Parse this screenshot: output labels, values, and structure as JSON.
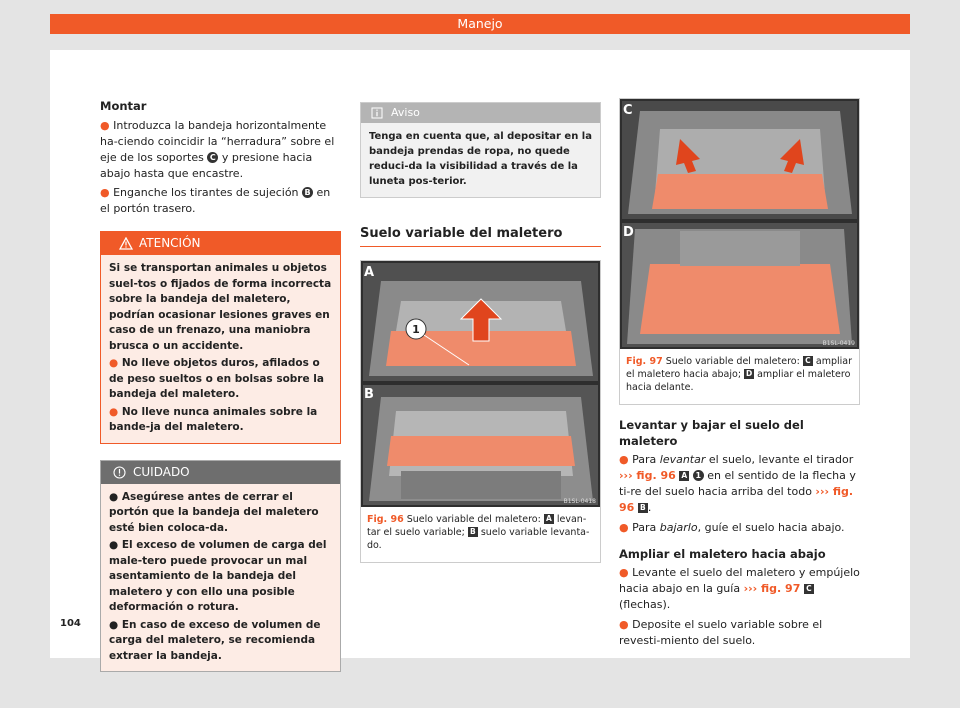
{
  "header_title": "Manejo",
  "page_number": "104",
  "col1": {
    "heading": "Montar",
    "p1a": "Introduzca la bandeja horizontalmente ha-ciendo coincidir la “herradura” sobre el eje de los soportes",
    "p1_ref": "C",
    "p1b": "y presione hacia abajo hasta que encastre.",
    "p2a": "Enganche los tirantes de sujeción",
    "p2_ref": "B",
    "p2b": "en el portón trasero.",
    "warning_title": "ATENCIÓN",
    "warning_intro": "Si se transportan animales u objetos suel-tos o fijados de forma incorrecta sobre la bandeja del maletero, podrían ocasionar lesiones graves en caso de un frenazo, una maniobra brusca o un accidente.",
    "warning_b1": "No lleve objetos duros, afilados o de peso sueltos o en bolsas sobre la bandeja del maletero.",
    "warning_b2": "No lleve nunca animales sobre la bande-ja del maletero.",
    "caution_title": "CUIDADO",
    "caution_b1": "Asegúrese antes de cerrar el portón que la bandeja del maletero esté bien coloca-da.",
    "caution_b2": "El exceso de volumen de carga del male-tero puede provocar un mal asentamiento de la bandeja del maletero y con ello una posible deformación o rotura.",
    "caution_b3": "En caso de exceso de volumen de carga del maletero, se recomienda extraer la bandeja."
  },
  "col2": {
    "note_title": "Aviso",
    "note_text": "Tenga en cuenta que, al depositar en la bandeja prendas de ropa, no quede reduci-da la visibilidad a través de la luneta pos-terior.",
    "section_title": "Suelo variable del maletero",
    "fig_label_a": "A",
    "fig_label_b": "B",
    "fig_callout": "1",
    "fig_credit": "B1SL-0418",
    "caption_fig": "Fig. 96",
    "caption_a": "Suelo variable del maletero:",
    "caption_ref_a": "A",
    "caption_b": "levan-tar el suelo variable;",
    "caption_ref_b": "B",
    "caption_c": "suelo variable levanta-do."
  },
  "col3": {
    "fig_label_c": "C",
    "fig_label_d": "D",
    "fig_credit": "B1SL-0419",
    "caption_fig": "Fig. 97",
    "caption_a": "Suelo variable del maletero:",
    "caption_ref_c": "C",
    "caption_b": "ampliar el maletero hacia abajo;",
    "caption_ref_d": "D",
    "caption_c": "ampliar el maletero hacia delante.",
    "h1": "Levantar y bajar el suelo del maletero",
    "p1a": "Para",
    "p1_em": "levantar",
    "p1b": "el suelo, levante el tirador",
    "p1_link1": "››› fig. 96",
    "p1_ref_a": "A",
    "p1_ref_1": "1",
    "p1c": "en el sentido de la flecha y ti-re del suelo hacia arriba del todo",
    "p1_link2": "››› fig. 96",
    "p1_ref_b": "B",
    "p2a": "Para",
    "p2_em": "bajarlo",
    "p2b": ", guíe el suelo hacia abajo.",
    "h2": "Ampliar el maletero hacia abajo",
    "p3a": "Levante el suelo del maletero y empújelo hacia abajo en la guía",
    "p3_link": "››› fig. 97",
    "p3_ref": "C",
    "p3b": "(flechas).",
    "p4": "Deposite el suelo variable sobre el revesti-miento del suelo."
  },
  "colors": {
    "accent": "#f05a28",
    "warning_bg": "#fdece5",
    "note_header": "#b4b4b4"
  }
}
